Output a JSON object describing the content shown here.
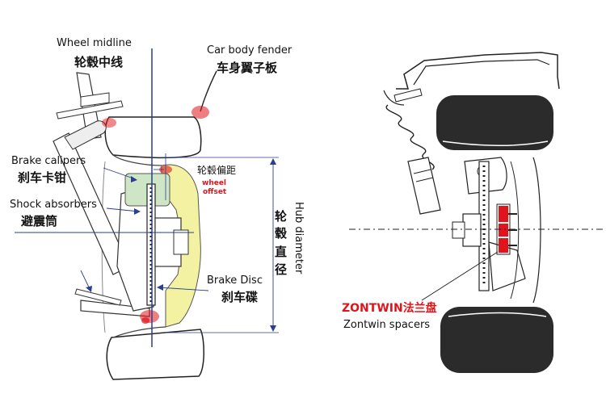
{
  "left": {
    "wheel_midline_en": "Wheel midline",
    "wheel_midline_zh": "轮毂中线",
    "fender_en": "Car body fender",
    "fender_zh": "车身翼子板",
    "calipers_en": "Brake calipers",
    "calipers_zh": "刹车卡钳",
    "shock_en": "Shock absorbers",
    "shock_zh": "避震筒",
    "offset_zh": "轮毂偏距",
    "offset_en_1": "wheel",
    "offset_en_2": "offset",
    "disc_en": "Brake Disc",
    "disc_zh": "刹车碟",
    "hub_zh_1": "轮",
    "hub_zh_2": "毂",
    "hub_zh_3": "直",
    "hub_zh_4": "径",
    "hub_en": "Hub diameter"
  },
  "right": {
    "brand_zh": "ZONTWIN法兰盘",
    "brand_en": "Zontwin spacers"
  },
  "colors": {
    "highlight": "#e0141a",
    "wheel_dark": "#2b2b2b",
    "hub_yellow": "#f3f2a2",
    "caliper_green": "#cfe6c6",
    "dim_blue": "#2a3f8f"
  }
}
